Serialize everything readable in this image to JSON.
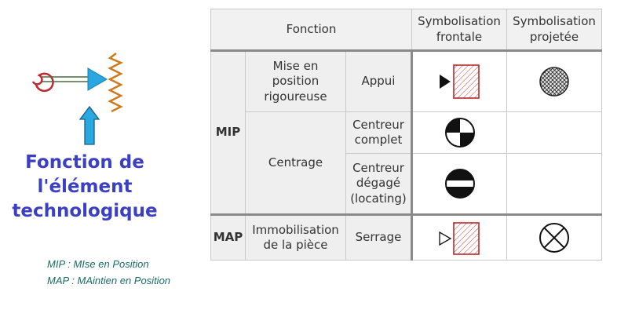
{
  "left": {
    "title_lines": [
      "Fonction de",
      "l'élément",
      "technologique"
    ],
    "legend": [
      "MIP : MIse en Position",
      "MAP : MAintien en Position"
    ],
    "colors": {
      "title": "#3b3fc4",
      "legend": "#1a6b6b",
      "arrow": "#29a7e0",
      "spring": "#d07a1e",
      "hook": "#c0282e"
    }
  },
  "table": {
    "headers": {
      "fonction": "Fonction",
      "frontale": "Symbolisation frontale",
      "projetee": "Symbolisation projetée"
    },
    "mip": {
      "label": "MIP",
      "row1": {
        "sub": "Mise en position rigoureuse",
        "action": "Appui",
        "frontale_icon": "triangle-appui-hatched-rect",
        "projetee_icon": "crosshatched-circle"
      },
      "centrage": "Centrage",
      "row2": {
        "action": "Centreur complet",
        "frontale_icon": "quartered-circle",
        "projetee_icon": ""
      },
      "row3": {
        "action": "Centreur dégagé (locating)",
        "frontale_icon": "banded-circle",
        "projetee_icon": ""
      }
    },
    "map": {
      "label": "MAP",
      "sub": "Immobilisation de la pièce",
      "action": "Serrage",
      "frontale_icon": "outline-triangle-hatched-rect",
      "projetee_icon": "x-circle"
    }
  }
}
